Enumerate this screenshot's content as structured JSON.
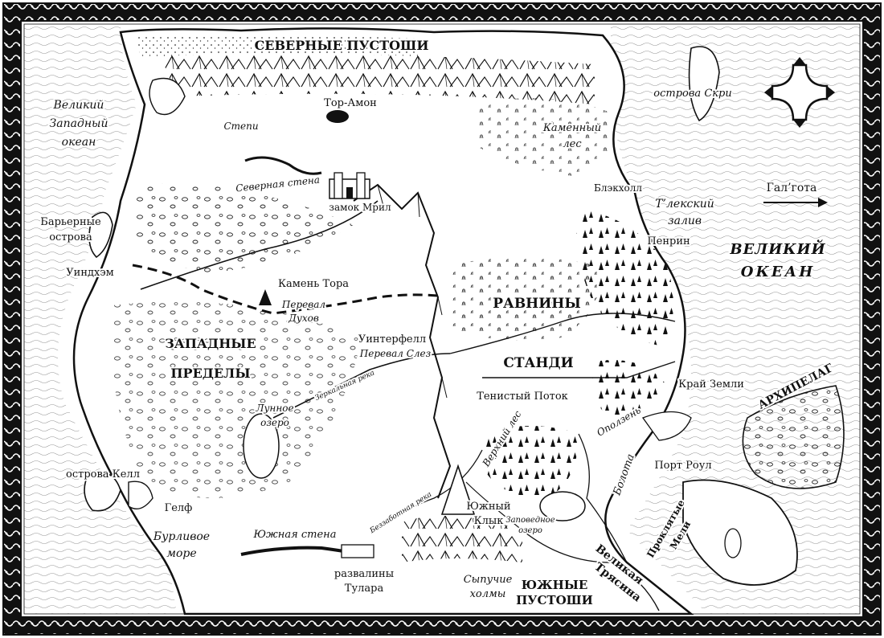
{
  "regions": {
    "north_wastes": "СЕВЕРНЫЕ ПУСТОШИ",
    "west_reaches_1": "ЗАПАДНЫЕ",
    "west_reaches_2": "ПРЕДЕЛЫ",
    "plains": "РАВНИНЫ",
    "standi": "СТАНДИ",
    "south_wastes_1": "ЮЖНЫЕ",
    "south_wastes_2": "ПУСТОШИ",
    "archipelago": "АРХИПЕЛАГ",
    "great_ocean_1": "ВЕЛИКИЙ",
    "great_ocean_2": "ОКЕАН"
  },
  "labels": {
    "great_west_ocean_1": "Великий",
    "great_west_ocean_2": "Западный",
    "great_west_ocean_3": "океан",
    "barrier_isles_1": "Барьерные",
    "barrier_isles_2": "острова",
    "windham": "Уиндхэм",
    "kell_isles": "острова Келл",
    "gelf": "Гелф",
    "stormy_sea_1": "Бурливое",
    "stormy_sea_2": "море",
    "tor_amon": "Тор-Амон",
    "steppes": "Степи",
    "north_wall": "Северная стена",
    "castle_mril": "замок Мрил",
    "tor_stone": "Камень Тора",
    "spirit_pass_1": "Перевал",
    "spirit_pass_2": "Духов",
    "winterfell": "Уинтерфелл",
    "tear_pass": "Перевал Слез",
    "mirror_river": "Зеркальная река",
    "moon_lake_1": "Лунное",
    "moon_lake_2": "озеро",
    "stone_forest_1": "Каменный",
    "stone_forest_2": "лес",
    "skri_isles": "острова Скри",
    "blackhall": "Блэкхолл",
    "tlek_bay_1": "Т’лекский",
    "tlek_bay_2": "залив",
    "galgota": "Гал’гота",
    "penrin": "Пенрин",
    "world_edge": "Край Земли",
    "shady_brook": "Тенистый Поток",
    "upper_forest": "Верхний лес",
    "landslide": "Оползень",
    "swamps": "Болота",
    "port_royal": "Порт Роул",
    "cursed_shoals_1": "Проклятые",
    "cursed_shoals_2": "Мели",
    "south_fang_1": "Южный",
    "south_fang_2": "Клык",
    "reserved_lake_1": "Заповедное",
    "reserved_lake_2": "озеро",
    "carefree_river": "Беззаботная река",
    "south_wall": "Южная стена",
    "tulara_ruins_1": "развалины",
    "tulara_ruins_2": "Тулара",
    "shifting_hills_1": "Сыпучие",
    "shifting_hills_2": "холмы",
    "great_mire_1": "Великая",
    "great_mire_2": "Трясина"
  },
  "colors": {
    "ink": "#111111",
    "paper": "#ffffff"
  },
  "icons": {
    "compass": "compass-rose-icon",
    "arrow": "arrow-right-icon"
  }
}
